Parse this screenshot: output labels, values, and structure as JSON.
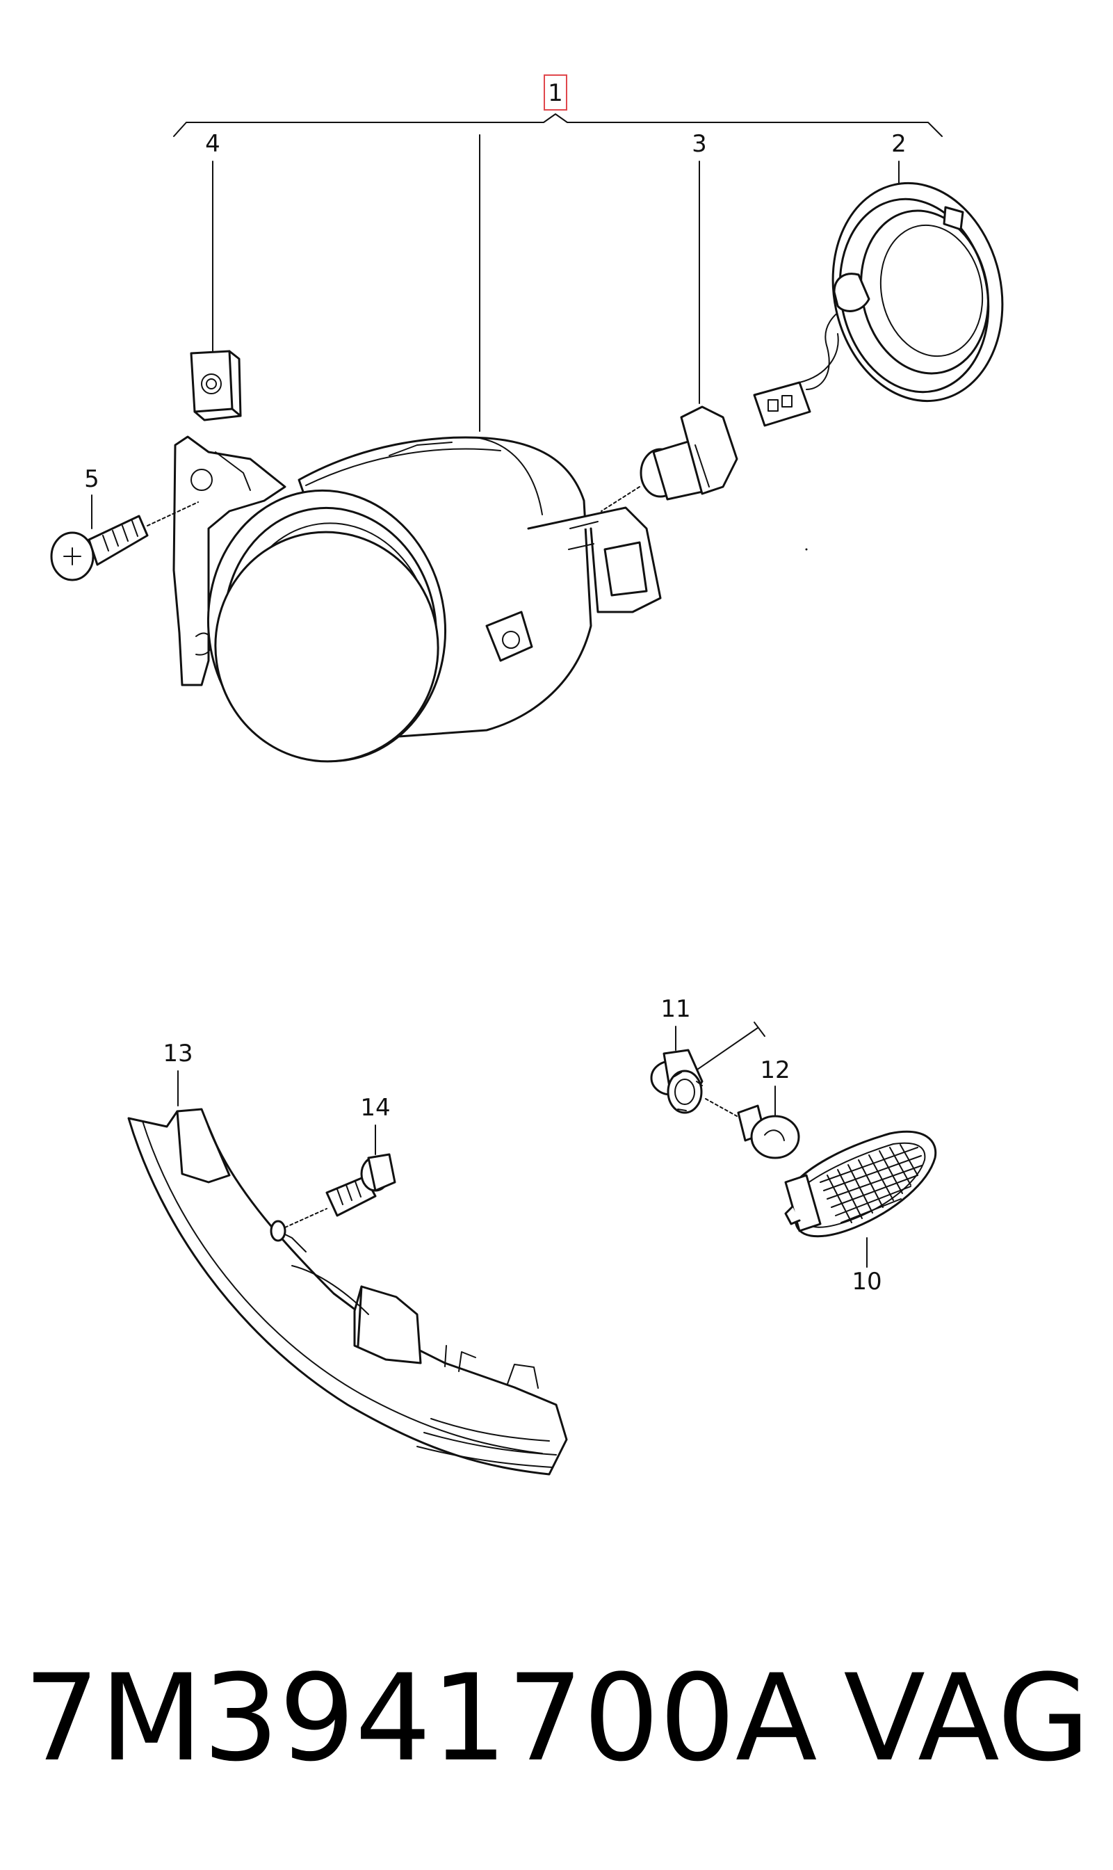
{
  "diagram": {
    "callouts": {
      "c1": "1",
      "c2": "2",
      "c3": "3",
      "c4": "4",
      "c5": "5",
      "c10": "10",
      "c11": "11",
      "c12": "12",
      "c13": "13",
      "c14": "14"
    }
  },
  "caption": {
    "part_number": "7M3941700A",
    "brand": "VAG"
  },
  "colors": {
    "line": "#111111",
    "highlight_box": "#e0474c",
    "background": "#ffffff"
  }
}
